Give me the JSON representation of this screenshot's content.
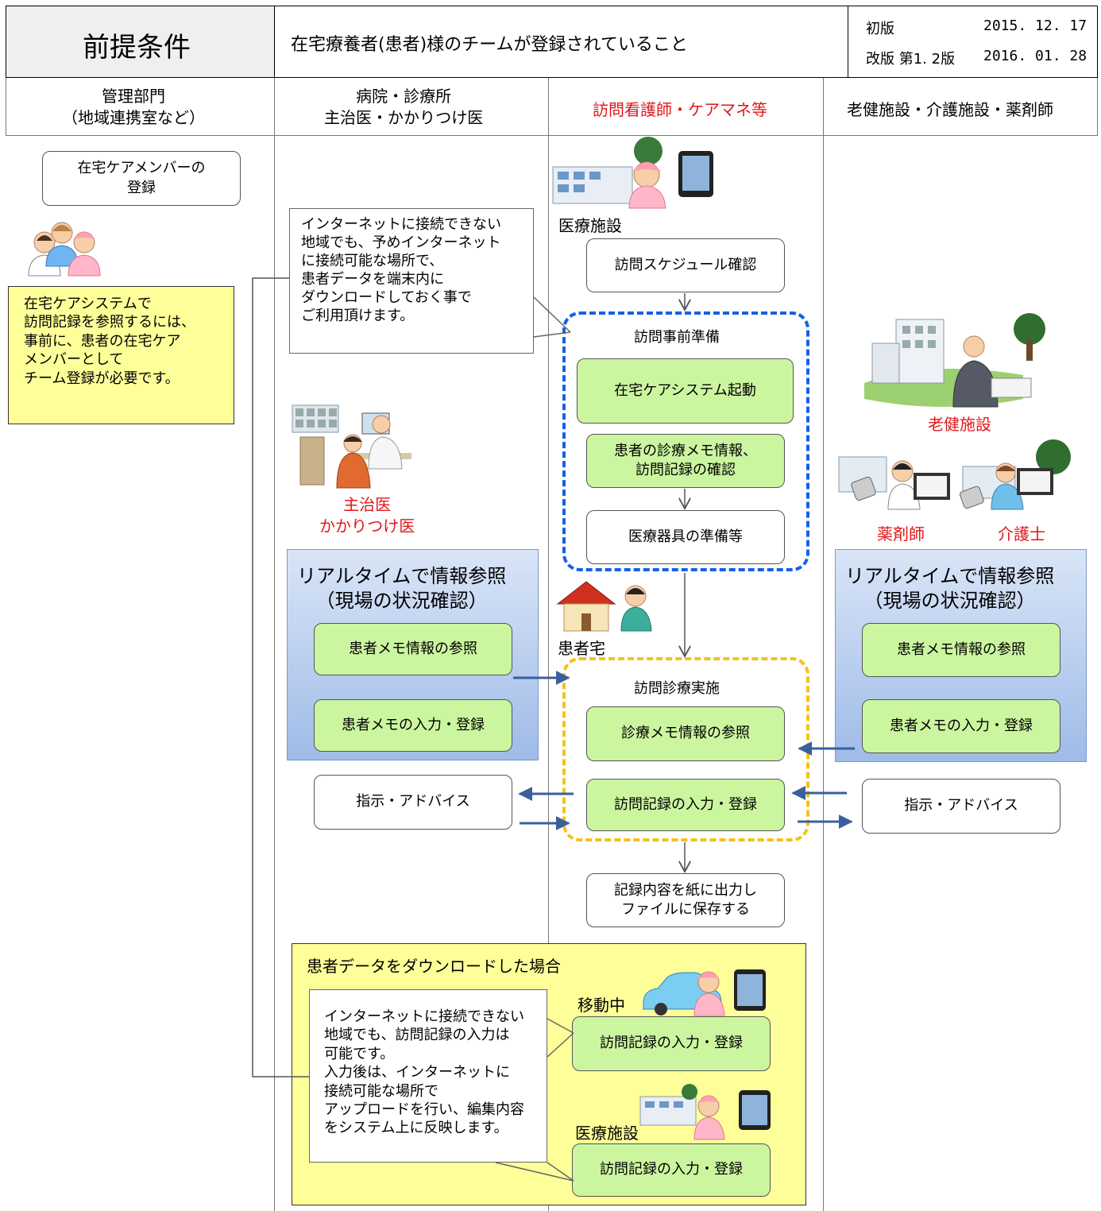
{
  "header": {
    "title": "前提条件",
    "condition": "在宅療養者(患者)様のチームが登録されていること",
    "version_first_label": "初版",
    "version_first_date": "2015. 12. 17",
    "version_rev_label": "改版 第1. 2版",
    "version_rev_date": "2016. 01. 28"
  },
  "columns": {
    "admin": "管理部門\n（地域連携室など）",
    "hospital": "病院・診療所\n主治医・かかりつけ医",
    "nurse": "訪問看護師・ケアマネ等",
    "facility": "老健施設・介護施設・薬剤師"
  },
  "admin": {
    "register_box": "在宅ケアメンバーの\n登録",
    "note": "在宅ケアシステムで\n訪問記録を参照するには、\n事前に、患者の在宅ケア\nメンバーとして\nチーム登録が必要です。"
  },
  "hospital": {
    "callout": "インターネットに接続できない\n地域でも、予めインターネット\nに接続可能な場所で、\n患者データを端末内に\nダウンロードしておく事で\nご利用頂けます。",
    "doctor_caption": "主治医\nかかりつけ医",
    "panel_title": "リアルタイムで情報参照\n（現場の状況確認）",
    "memo_ref": "患者メモ情報の参照",
    "memo_input": "患者メモの入力・登録",
    "advice": "指示・アドバイス"
  },
  "nurse": {
    "facility_label": "医療施設",
    "schedule": "訪問スケジュール確認",
    "prep_title": "訪問事前準備",
    "system_start": "在宅ケアシステム起動",
    "memo_check": "患者の診療メモ情報、\n訪問記録の確認",
    "equipment": "医療器具の準備等",
    "home_label": "患者宅",
    "visit_title": "訪問診療実施",
    "memo_ref": "診療メモ情報の参照",
    "record_input": "訪問記録の入力・登録",
    "print": "記録内容を紙に出力し\nファイルに保存する"
  },
  "facility": {
    "roken_caption": "老健施設",
    "pharmacist_caption": "薬剤師",
    "caregiver_caption": "介護士",
    "panel_title": "リアルタイムで情報参照\n（現場の状況確認）",
    "memo_ref": "患者メモ情報の参照",
    "memo_input": "患者メモの入力・登録",
    "advice": "指示・アドバイス"
  },
  "offline": {
    "title": "患者データをダウンロードした場合",
    "callout": "インターネットに接続できない\n地域でも、訪問記録の入力は\n可能です。\n入力後は、インターネットに\n接続可能な場所で\nアップロードを行い、編集内容\nをシステム上に反映します。",
    "moving_label": "移動中",
    "moving_record": "訪問記録の入力・登録",
    "facility_label": "医療施設",
    "facility_record": "訪問記録の入力・登録"
  },
  "colors": {
    "green_box": "#ccf5a0",
    "yellow_note": "#ffff99",
    "red_text": "#e3161b",
    "prep_border": "#1560e8",
    "visit_border": "#f5c21a",
    "arrow_blue": "#3a5f9c"
  }
}
